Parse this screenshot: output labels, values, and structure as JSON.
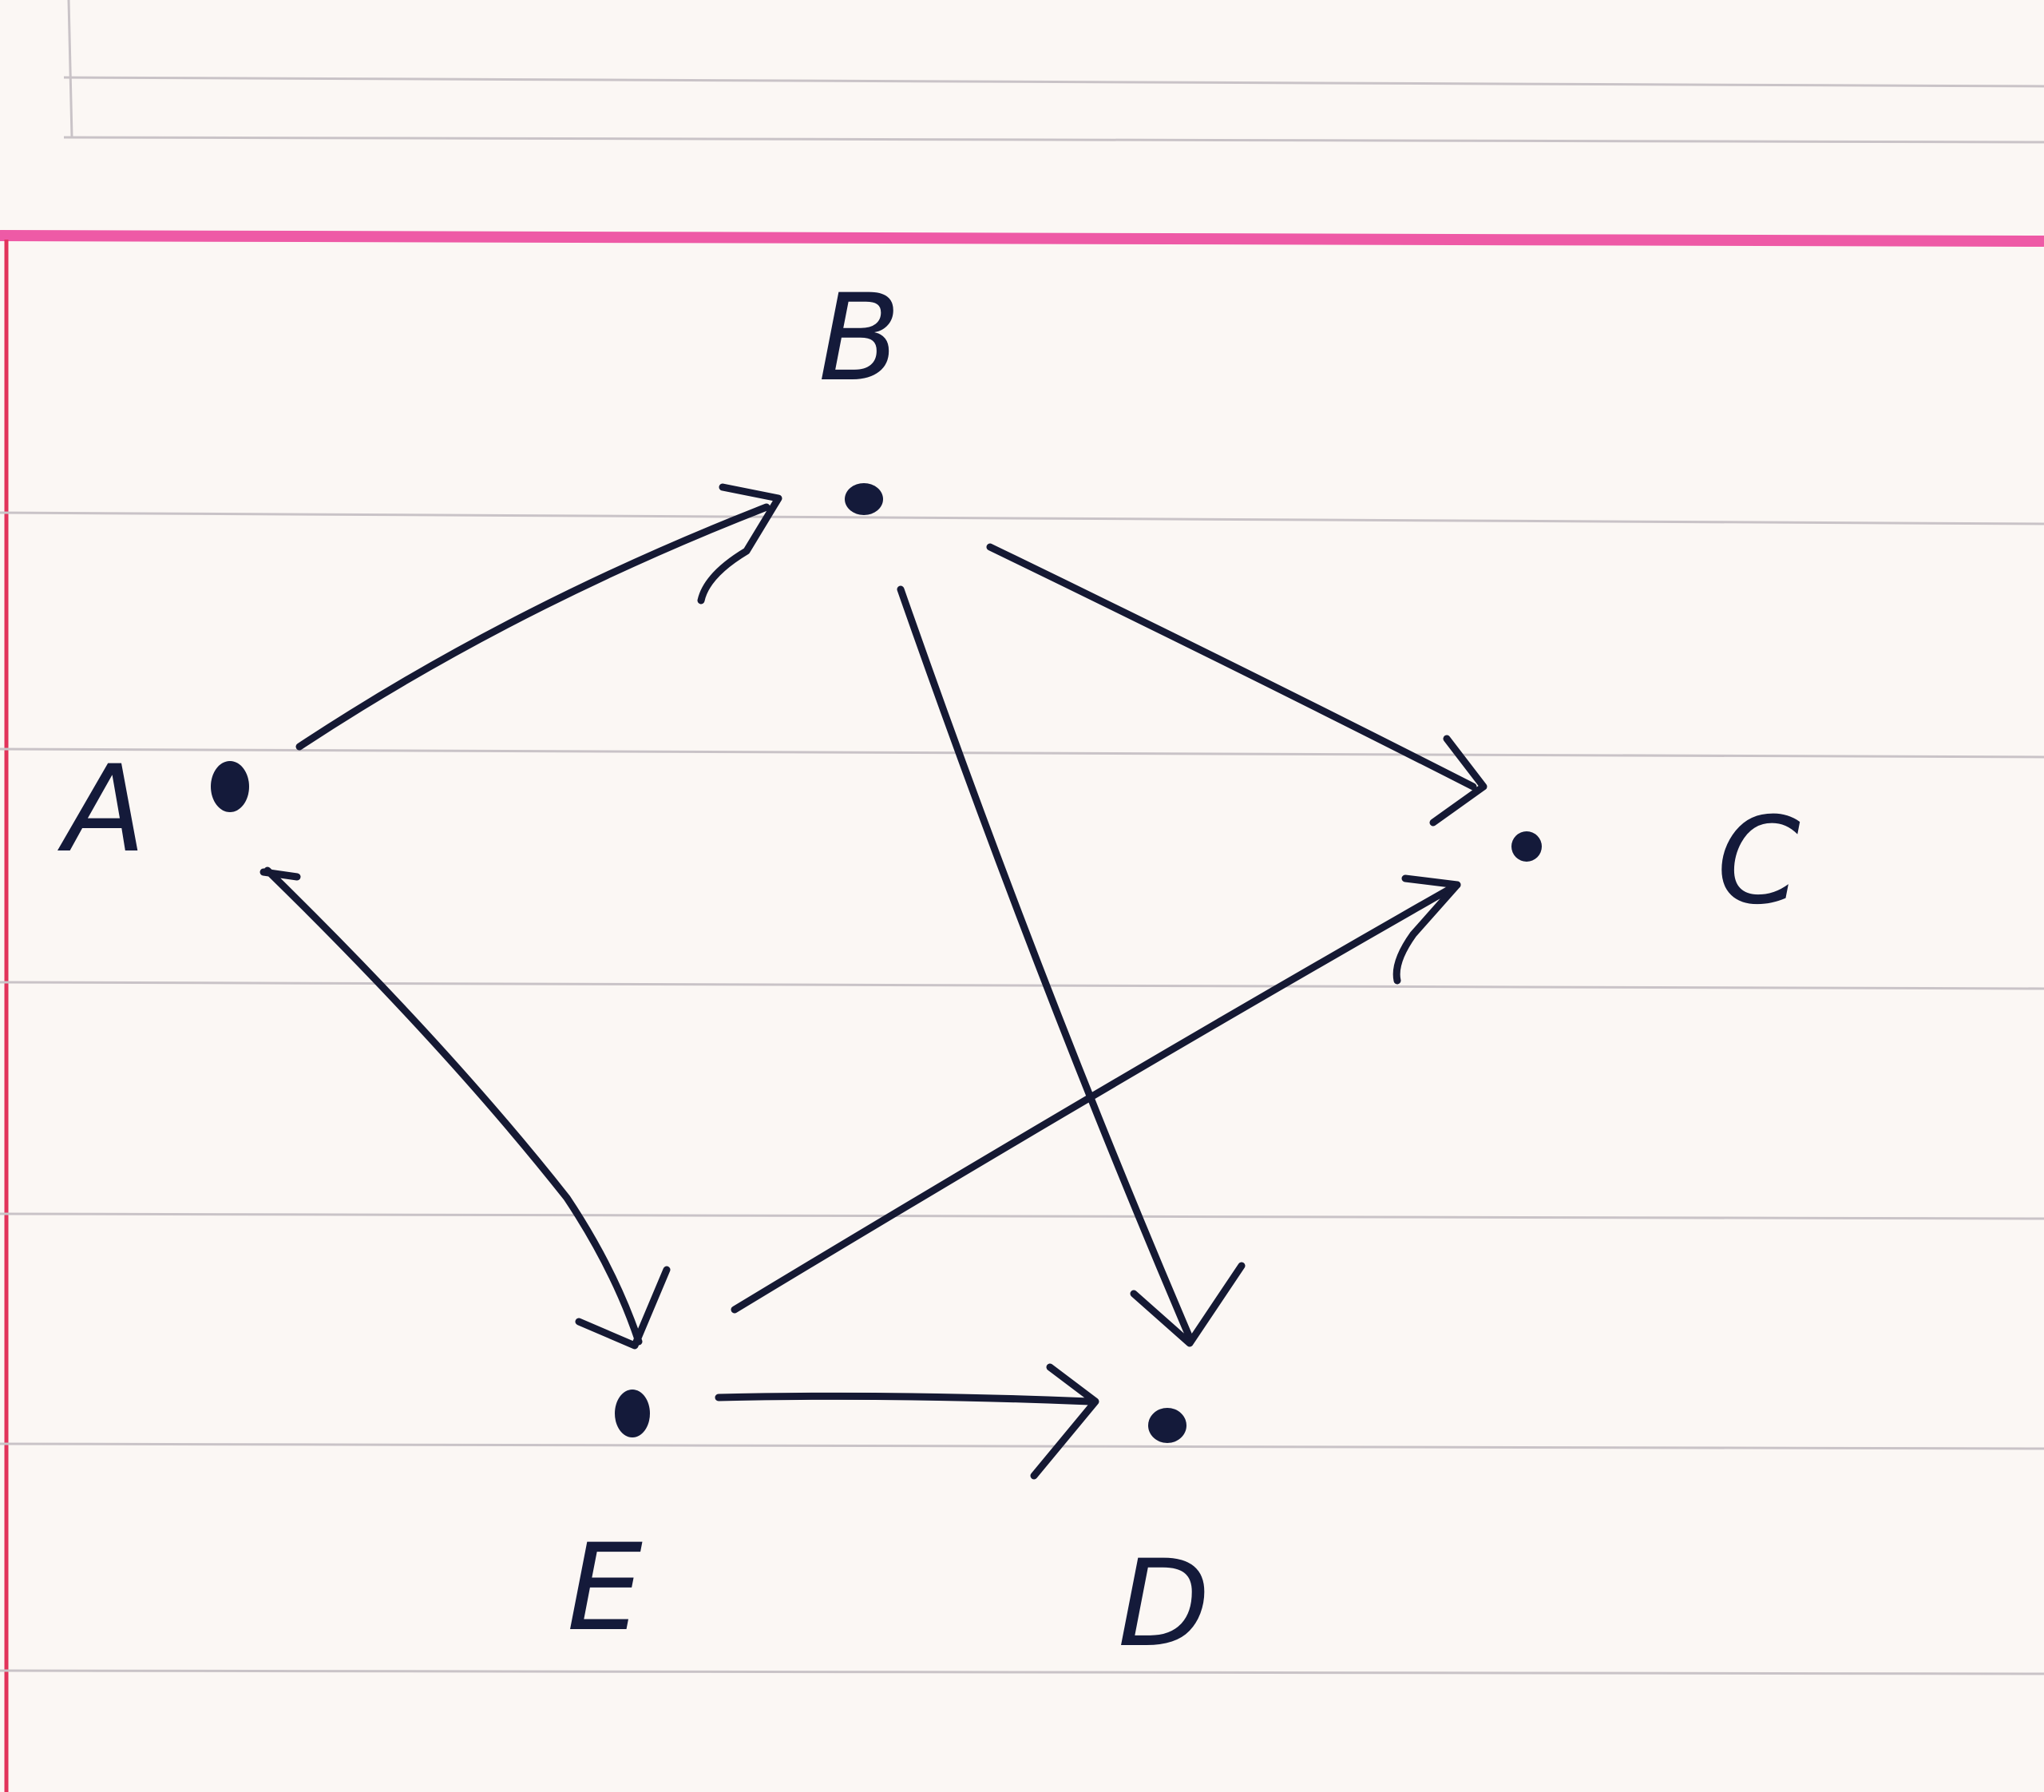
{
  "diagram": {
    "nodes": [
      {
        "id": "A",
        "label": "A"
      },
      {
        "id": "B",
        "label": "B"
      },
      {
        "id": "C",
        "label": "C"
      },
      {
        "id": "D",
        "label": "D"
      },
      {
        "id": "E",
        "label": "E"
      }
    ],
    "edges": [
      {
        "from": "A",
        "to": "B"
      },
      {
        "from": "B",
        "to": "C"
      },
      {
        "from": "B",
        "to": "D"
      },
      {
        "from": "A",
        "to": "E"
      },
      {
        "from": "E",
        "to": "C"
      },
      {
        "from": "E",
        "to": "D"
      }
    ],
    "colors": {
      "ink": "#141a3a",
      "paper": "#fbf7f4",
      "ruled_lines": "#c9c3c7",
      "margin_line": "#ee5aa6"
    }
  }
}
